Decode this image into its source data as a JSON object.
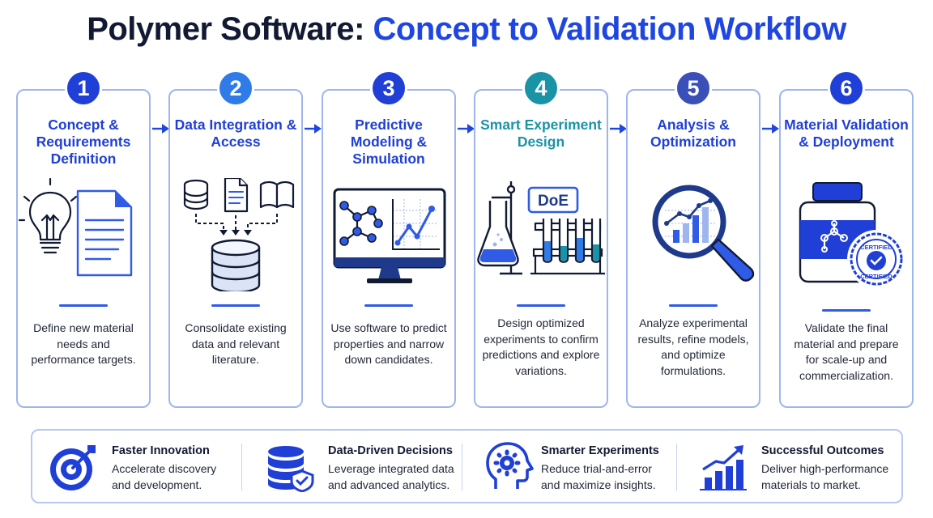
{
  "title": {
    "part1": "Polymer Software:",
    "part2": "Concept to Validation Workflow"
  },
  "steps": [
    {
      "number": "1",
      "title": "Concept & Requirements Definition",
      "description": "Define new material needs and performance targets.",
      "color": "#1f3fd6"
    },
    {
      "number": "2",
      "title": "Data Integration & Access",
      "description": "Consolidate existing data and relevant literature.",
      "color": "#2f7be8"
    },
    {
      "number": "3",
      "title": "Predictive Modeling & Simulation",
      "description": "Use software to predict properties and narrow down candidates.",
      "color": "#1f3fd6"
    },
    {
      "number": "4",
      "title": "Smart Experiment Design",
      "description": "Design optimized experiments to confirm predictions and explore variations.",
      "color": "#1b93a6"
    },
    {
      "number": "5",
      "title": "Analysis & Optimization",
      "description": "Analyze experimental results, refine models, and optimize formulations.",
      "color": "#3a4fb8"
    },
    {
      "number": "6",
      "title": "Material Validation & Deployment",
      "description": "Validate the final material and prepare for scale-up and commercialization.",
      "color": "#1f3fd6"
    }
  ],
  "icons": {
    "doe_label": "DoE",
    "certified_label": "CERTIFIED"
  },
  "benefits": [
    {
      "title": "Faster Innovation",
      "line1": "Accelerate discovery",
      "line2": "and development."
    },
    {
      "title": "Data-Driven Decisions",
      "line1": "Leverage integrated data",
      "line2": "and advanced analytics."
    },
    {
      "title": "Smarter Experiments",
      "line1": "Reduce trial-and-error",
      "line2": "and maximize insights."
    },
    {
      "title": "Successful Outcomes",
      "line1": "Deliver high-performance",
      "line2": "materials to market."
    }
  ],
  "colors": {
    "accent": "#1f46e0",
    "dark": "#121a33",
    "border": "#9fb5ee",
    "teal": "#1b93a6"
  }
}
